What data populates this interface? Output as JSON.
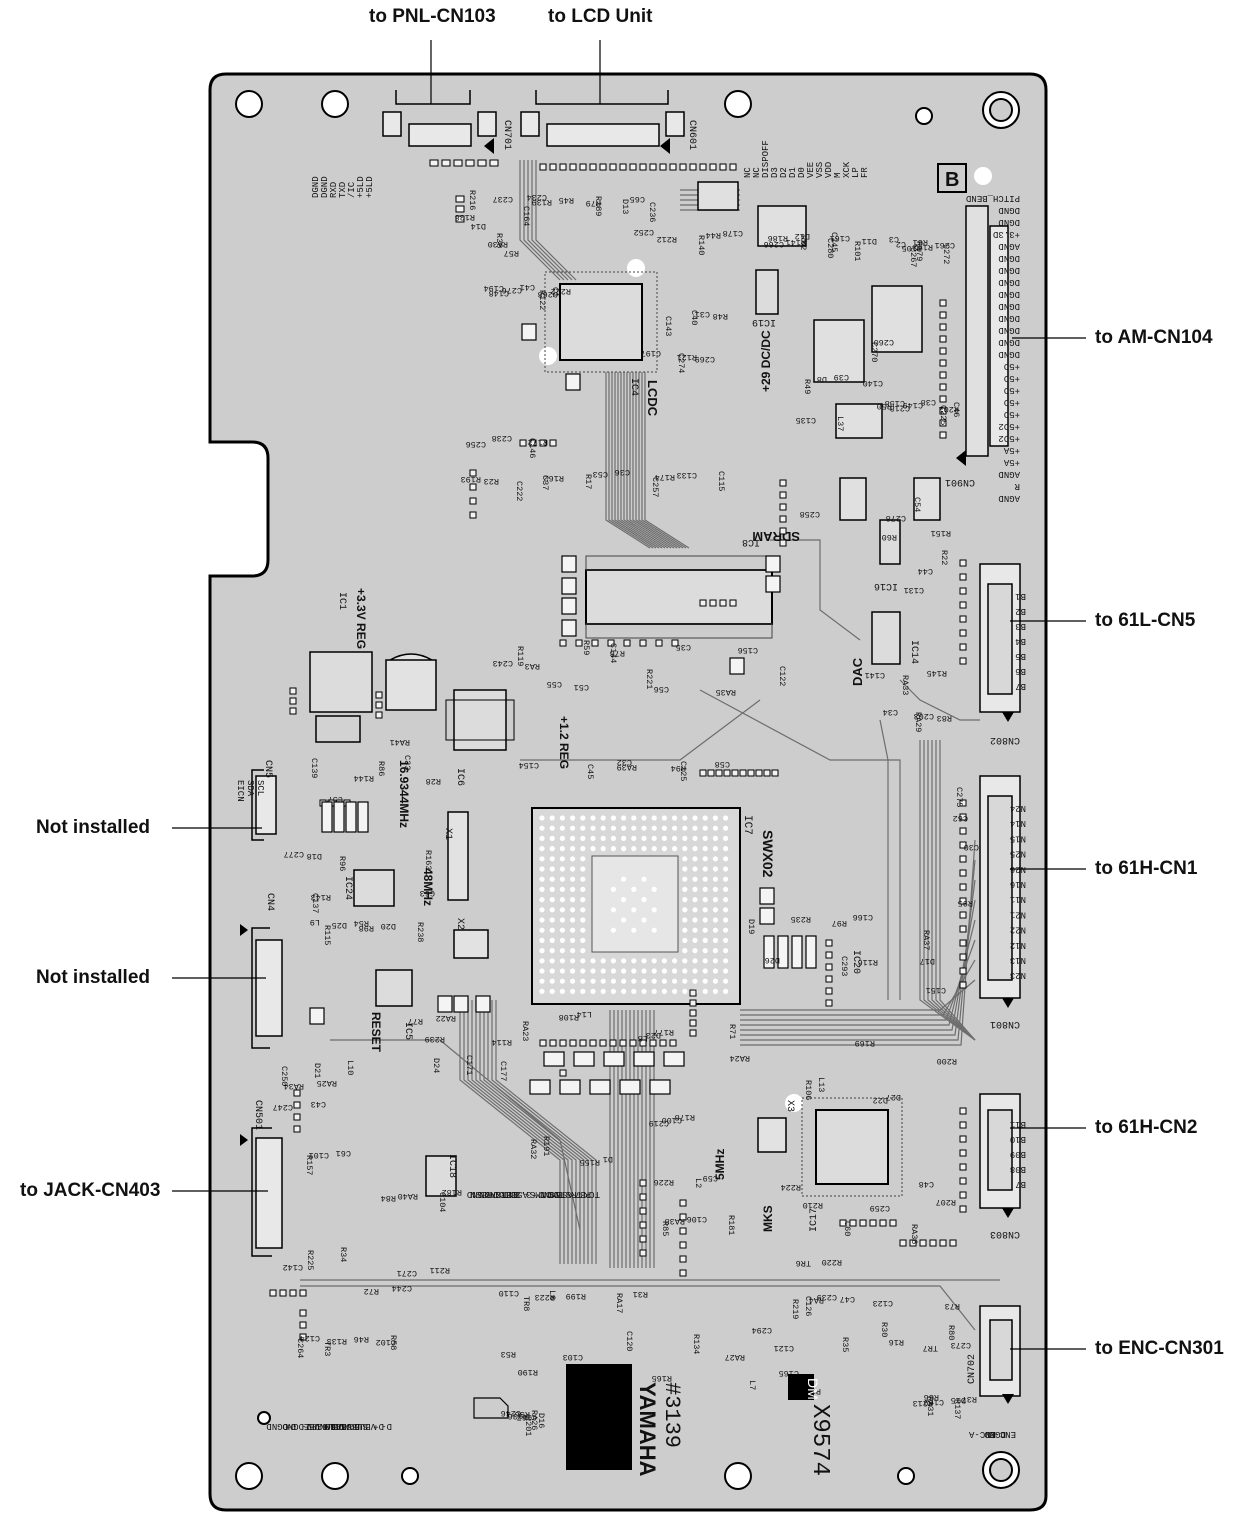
{
  "callouts": {
    "top": [
      "to PNL-CN103",
      "to LCD Unit"
    ],
    "right": [
      "to AM-CN104",
      "to 61L-CN5",
      "to 61H-CN1",
      "to 61H-CN2",
      "to ENC-CN301"
    ],
    "left": [
      "Not installed",
      "Not installed",
      "to JACK-CN403"
    ]
  },
  "board": {
    "brand": "YAMAHA",
    "part_number": "#3139",
    "code": "X9574",
    "logo": "DM",
    "corner_mark": "B",
    "chips": {
      "ic7": "IC7",
      "swx02": "SWX02",
      "ic8": "IC8",
      "sdram": "SDRAM",
      "ic4": "IC4",
      "lcdc": "LCDC",
      "ic1": "IC1",
      "reg33": "+3.3V REG",
      "reg12": "+1.2 REG",
      "ic6": "IC6",
      "ic5": "IC5",
      "ic17": "IC17",
      "ic18": "IC18",
      "ic19": "IC19",
      "ic16": "IC16",
      "ic14": "IC14",
      "dac": "DAC",
      "ic24": "IC24",
      "ic20": "IC20",
      "dcdc": "+29 DC/DC",
      "x1": "X1",
      "x2": "X2",
      "x3": "X3",
      "clk1": "16.9344MHz",
      "clk2": "48MHz",
      "clk3": "5MHz",
      "reset": "RESET",
      "mks": "MKS"
    },
    "connectors": {
      "cn701": "CN701",
      "cn601": "CN601",
      "cn901": "CN901",
      "cn802": "CN802",
      "cn801": "CN801",
      "cn803": "CN803",
      "cn702": "CN702",
      "cn5": "CN5",
      "cn4": "CN4",
      "cn501": "CN501"
    },
    "pin_labels": {
      "cn701": [
        "DGND",
        "DGND",
        "RXD",
        "TXD",
        "/IC",
        "+5LD",
        "+5LD"
      ],
      "cn601": [
        "NC",
        "NC",
        "DISPOFF",
        "D3",
        "D2",
        "D1",
        "D0",
        "VEE",
        "VSS",
        "VDD",
        "M",
        "XCK",
        "LP",
        "FR"
      ],
      "cn901": [
        "PITCH_BEND",
        "DGND",
        "DGND",
        "+3.3D",
        "AGND",
        "DGND",
        "DGND",
        "DGND",
        "DGND",
        "DGND",
        "DGND",
        "DGND",
        "DGND",
        "DGND",
        "+5D",
        "+5D",
        "+5D",
        "+5D",
        "+5D",
        "+5D2",
        "+5D2",
        "+5A",
        "+5A",
        "AGND",
        "R",
        "AGND"
      ],
      "cn802": [
        "B1",
        "B2",
        "B3",
        "B4",
        "B5",
        "B6",
        "B7"
      ],
      "cn801": [
        "N24",
        "N14",
        "N15",
        "N25",
        "N26",
        "N16",
        "N11",
        "N21",
        "N22",
        "N12",
        "N13",
        "N23"
      ],
      "cn803": [
        "B11",
        "B10",
        "B09",
        "B08",
        "B7"
      ],
      "cn702": [
        "ENC-B",
        "DGND",
        "ENC-A"
      ],
      "cn5": [
        "EICN",
        "SDA",
        "SCL"
      ],
      "usb": [
        "D-",
        "D+",
        "VBUS",
        "SUBSTAIN",
        "DGND",
        "VBUS",
        "VBUS",
        "DGND",
        "+29V",
        "VEE",
        "D-",
        "DGND",
        "D+",
        "DGND"
      ],
      "jtag": [
        "TCK",
        "PB7",
        "TRSTN",
        "ASEMON",
        "TDO",
        "GND",
        "TMS",
        "+3.3D",
        "ASEBRKAKN",
        "GND",
        "TDI",
        "GND",
        "RESN",
        "GND"
      ]
    },
    "components": [
      "R216",
      "C234",
      "C252",
      "R62",
      "R61",
      "C41",
      "C40",
      "C39",
      "C38",
      "C37",
      "C36",
      "R60",
      "R59",
      "C35",
      "C34",
      "C33",
      "C32",
      "C30",
      "R163",
      "C166",
      "L9",
      "C171",
      "R177",
      "D27",
      "L10",
      "R178",
      "R182",
      "R181",
      "R207",
      "C142",
      "L6",
      "C239",
      "R16",
      "R58",
      "R190",
      "RA27",
      "RA26",
      "R56",
      "R57",
      "R189",
      "C178",
      "C161",
      "R179",
      "C194",
      "C197",
      "L37",
      "C158",
      "C238",
      "C115",
      "C278",
      "C243",
      "C122",
      "R145",
      "R144",
      "C125",
      "C62",
      "C63",
      "C293",
      "R54",
      "RA22",
      "RA23",
      "RA24",
      "RA25",
      "R191",
      "C61",
      "C59",
      "C60",
      "C244",
      "C110",
      "C126",
      "C123",
      "C124",
      "C120",
      "C121",
      "C246",
      "RA31",
      "RA30",
      "C65",
      "C245",
      "C3",
      "C2",
      "C1",
      "C31",
      "D8",
      "C46",
      "R193",
      "C53",
      "C54",
      "C55",
      "C56",
      "RA29",
      "C57",
      "C58",
      "C275",
      "C277",
      "R235",
      "R238",
      "R239",
      "L14",
      "L13",
      "C43",
      "D1",
      "C104",
      "C106",
      "C48",
      "R34",
      "R31",
      "C47",
      "R30",
      "R46",
      "R53",
      "R35",
      "R36",
      "R37",
      "R38",
      "R45",
      "R44",
      "C280",
      "C261",
      "C276",
      "C274",
      "C135",
      "C149",
      "C146",
      "C133",
      "C131",
      "C144",
      "C156",
      "C141",
      "C139",
      "C154",
      "C151",
      "C137",
      "D26",
      "D25",
      "D24",
      "D23",
      "D22",
      "D21",
      "C100",
      "C101",
      "L2",
      "R210",
      "R211",
      "RA17",
      "RA4",
      "C273",
      "C264",
      "R203",
      "C294",
      "D16",
      "D15",
      "D14",
      "D13",
      "D12",
      "D11",
      "C272",
      "R222",
      "R48",
      "R49",
      "R50",
      "R23",
      "R17",
      "C44",
      "RA3",
      "R221",
      "C203",
      "R28",
      "C45",
      "D17",
      "D18",
      "D19",
      "D20",
      "R77",
      "R71",
      "R200",
      "RA34",
      "RA32",
      "RA40",
      "RA38",
      "RA36",
      "R72",
      "R199",
      "R219",
      "R73",
      "R133",
      "R134",
      "R135",
      "R136",
      "R137",
      "R138",
      "R139",
      "R140",
      "R141",
      "R142",
      "R122",
      "R121",
      "C260",
      "C225",
      "R172",
      "R174",
      "R22",
      "C51",
      "RA35",
      "RA33",
      "RA41",
      "RA39",
      "RA37",
      "R143",
      "R116",
      "R115",
      "R114",
      "R108",
      "R106",
      "C247",
      "R155",
      "R157",
      "R226",
      "R224",
      "R225",
      "R223",
      "R220",
      "R80",
      "C102",
      "C103",
      "L7",
      "C167",
      "C169",
      "C164",
      "R79",
      "R186",
      "R101",
      "R105",
      "C148",
      "C143",
      "C140",
      "C218",
      "C222",
      "R162",
      "R151",
      "R119",
      "R78",
      "R83",
      "R86",
      "R94",
      "R95",
      "R96",
      "R97",
      "R98",
      "C177",
      "L8",
      "R169",
      "C250",
      "C219",
      "R84",
      "R85",
      "C259",
      "C271",
      "TR8",
      "TR6",
      "TR7",
      "TR3",
      "R165",
      "C165",
      "R201",
      "R213",
      "C237",
      "C236",
      "R212",
      "C266",
      "C267",
      "C268",
      "C269",
      "C270",
      "R202",
      "C256",
      "C257",
      "C258"
    ]
  }
}
